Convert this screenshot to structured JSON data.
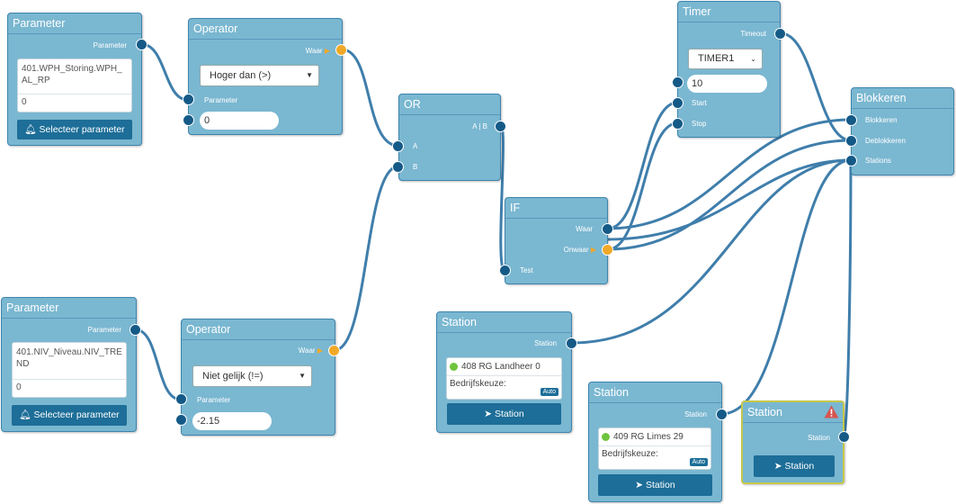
{
  "param1": {
    "title": "Parameter",
    "out_label": "Parameter",
    "value": "401.WPH_Storing.WPH_AL_RP",
    "zero": "0",
    "button": "Selecteer parameter"
  },
  "param2": {
    "title": "Parameter",
    "out_label": "Parameter",
    "value": "401.NIV_Niveau.NIV_TREND",
    "zero": "0",
    "button": "Selecteer parameter"
  },
  "op1": {
    "title": "Operator",
    "out_label": "Waar",
    "select": "Hoger dan (>)",
    "in_label": "Parameter",
    "value": "0"
  },
  "op2": {
    "title": "Operator",
    "out_label": "Waar",
    "select": "Niet gelijk (!=)",
    "in_label": "Parameter",
    "value": "-2.15"
  },
  "or": {
    "title": "OR",
    "out_label": "A | B",
    "in_a": "A",
    "in_b": "B"
  },
  "if": {
    "title": "IF",
    "out_true": "Waar",
    "out_false": "Onwaar",
    "in_test": "Test"
  },
  "timer": {
    "title": "Timer",
    "out_label": "Timeout",
    "select": "TIMER1",
    "value": "10",
    "in_start": "Start",
    "in_stop": "Stop"
  },
  "blokkeren": {
    "title": "Blokkeren",
    "in_block": "Blokkeren",
    "in_unblock": "Deblokkeren",
    "in_stations": "Stations"
  },
  "station1": {
    "title": "Station",
    "out_label": "Station",
    "name": "408 RG Landheer 0",
    "bedrijf": "Bedrijfskeuze:",
    "auto": "Auto",
    "button": "Station"
  },
  "station2": {
    "title": "Station",
    "out_label": "Station",
    "name": "409 RG Limes 29",
    "bedrijf": "Bedrijfskeuze:",
    "auto": "Auto",
    "button": "Station"
  },
  "station3": {
    "title": "Station",
    "out_label": "Station",
    "button": "Station"
  },
  "colors": {
    "node": "#7ab7d1",
    "port": "#155a87",
    "port_true": "#f0a828",
    "wire": "#3f7eab",
    "status_ok": "#6ec43d",
    "warning": "#d9534f"
  }
}
